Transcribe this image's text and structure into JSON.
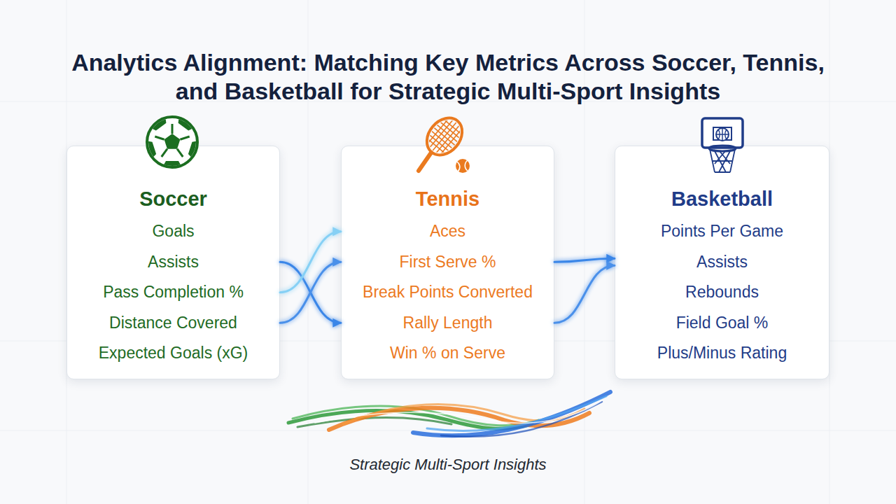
{
  "diagram": {
    "title": "Analytics Alignment: Matching Key Metrics Across Soccer, Tennis, and Basketball for Strategic Multi-Sport Insights",
    "caption": "Strategic Multi-Sport Insights",
    "nodes": [
      {
        "text": [
          "Soccer",
          "Goals",
          "Assists",
          "Pass Completion %",
          "Distance Covered",
          "Expected Goals (xG)"
        ]
      },
      {
        "text": [
          "Tennis",
          "Aces",
          "First Serve %",
          "Break Points Converted",
          "Rally Length",
          "Win % on Serve"
        ]
      },
      {
        "text": [
          "Basketball",
          "Points Per Game",
          "Assists",
          "Rebounds",
          "Field Goal %",
          "Plus/Minus Rating"
        ]
      }
    ],
    "edges": [
      {
        "from": 0,
        "to": 1,
        "arrow": "to"
      },
      {
        "from": 0,
        "to": 1,
        "arrow": "to"
      },
      {
        "from": 0,
        "to": 1,
        "arrow": "to"
      },
      {
        "from": 1,
        "to": 2,
        "arrow": "to"
      },
      {
        "from": 1,
        "to": 2,
        "arrow": "to"
      }
    ]
  }
}
